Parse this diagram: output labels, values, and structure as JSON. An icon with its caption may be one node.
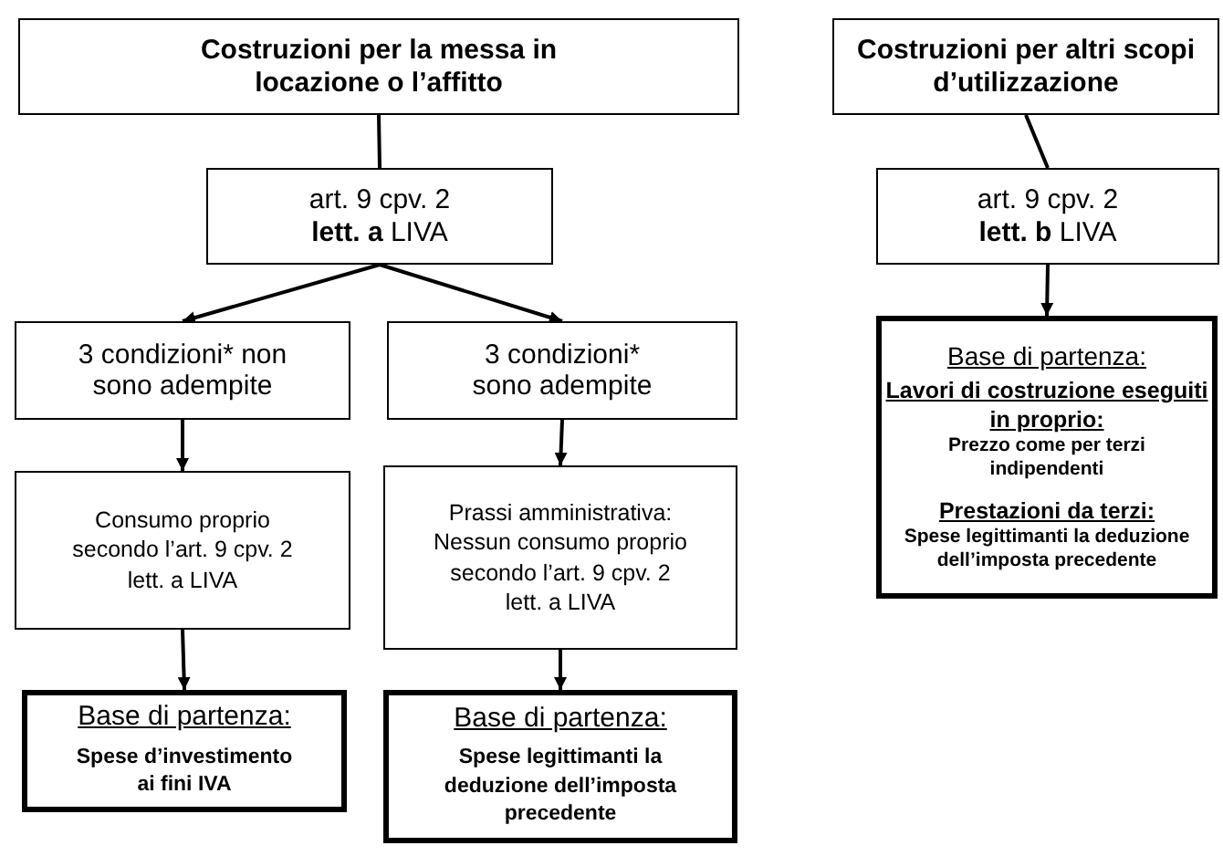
{
  "diagram": {
    "nodes": [
      {
        "text": [
          "Costruzioni per la messa in locazione o l’affitto"
        ]
      },
      {
        "text": [
          "art. 9 cpv. 2 **lett. a** LIVA"
        ]
      },
      {
        "text": [
          "3 condizioni* non sono adempite"
        ]
      },
      {
        "text": [
          "3 condizioni* sono adempite"
        ]
      },
      {
        "text": [
          "Consumo proprio secondo l’art. 9 cpv. 2 lett. a LIVA"
        ]
      },
      {
        "text": [
          "Prassi amministrativa: Nessun consumo proprio secondo l’art. 9 cpv. 2 lett. a LIVA"
        ]
      },
      {
        "text": [
          "Base di partenza:",
          "Spese d’investimento ai fini IVA"
        ]
      },
      {
        "text": [
          "Base di partenza:",
          "Spese legittimanti la deduzione dell’imposta precedente"
        ]
      },
      {
        "text": [
          "Costruzioni per altri scopi d’utilizzazione"
        ]
      },
      {
        "text": [
          "art. 9 cpv. 2 **lett. b** LIVA"
        ]
      },
      {
        "text": [
          "Base di partenza:",
          "Lavori di costruzione eseguiti in proprio:",
          "Prezzo come per terzi indipendenti",
          "Prestazioni da terzi:",
          "Spese legittimanti la deduzione dell’imposta precedente"
        ]
      }
    ],
    "edges": [
      {
        "from": 0,
        "to": 1,
        "arrow": "none"
      },
      {
        "from": 1,
        "to": 2,
        "arrow": "to"
      },
      {
        "from": 1,
        "to": 3,
        "arrow": "to"
      },
      {
        "from": 2,
        "to": 4,
        "arrow": "to"
      },
      {
        "from": 3,
        "to": 5,
        "arrow": "to"
      },
      {
        "from": 4,
        "to": 6,
        "arrow": "to"
      },
      {
        "from": 5,
        "to": 7,
        "arrow": "to"
      },
      {
        "from": 8,
        "to": 9,
        "arrow": "none"
      },
      {
        "from": 9,
        "to": 10,
        "arrow": "to"
      }
    ]
  }
}
